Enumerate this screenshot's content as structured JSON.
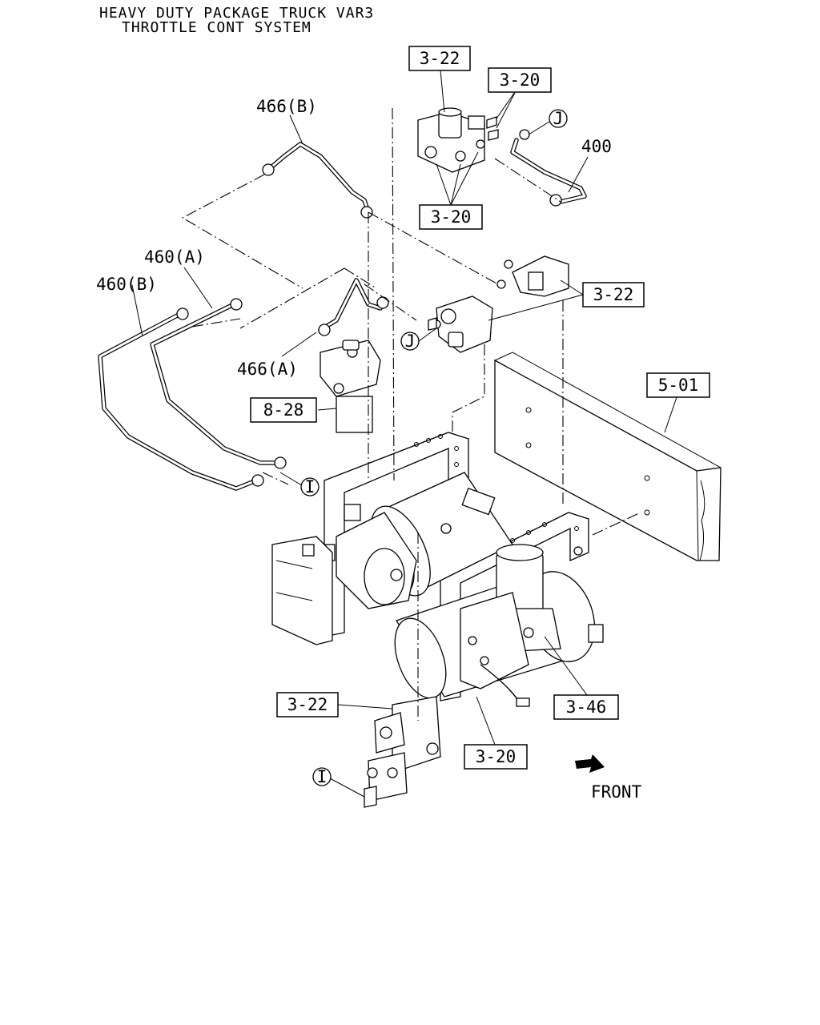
{
  "header": {
    "line1": "HEAVY DUTY PACKAGE TRUCK VAR3",
    "line2": "THROTTLE CONT SYSTEM"
  },
  "callouts": {
    "box_322_top": "3-22",
    "box_320_top": "3-20",
    "box_320_mid": "3-20",
    "box_322_right": "3-22",
    "box_501": "5-01",
    "box_828": "8-28",
    "box_322_bottom": "3-22",
    "box_346": "3-46",
    "box_320_bottom": "3-20"
  },
  "part_numbers": {
    "p466b": "466(B)",
    "p400": "400",
    "p460a": "460(A)",
    "p460b": "460(B)",
    "p466a": "466(A)"
  },
  "connectors": {
    "j_top": "J",
    "j_mid": "J",
    "i_mid": "I",
    "i_bottom": "I"
  },
  "direction": {
    "front": "FRONT",
    "icon": "front-arrow-icon"
  }
}
